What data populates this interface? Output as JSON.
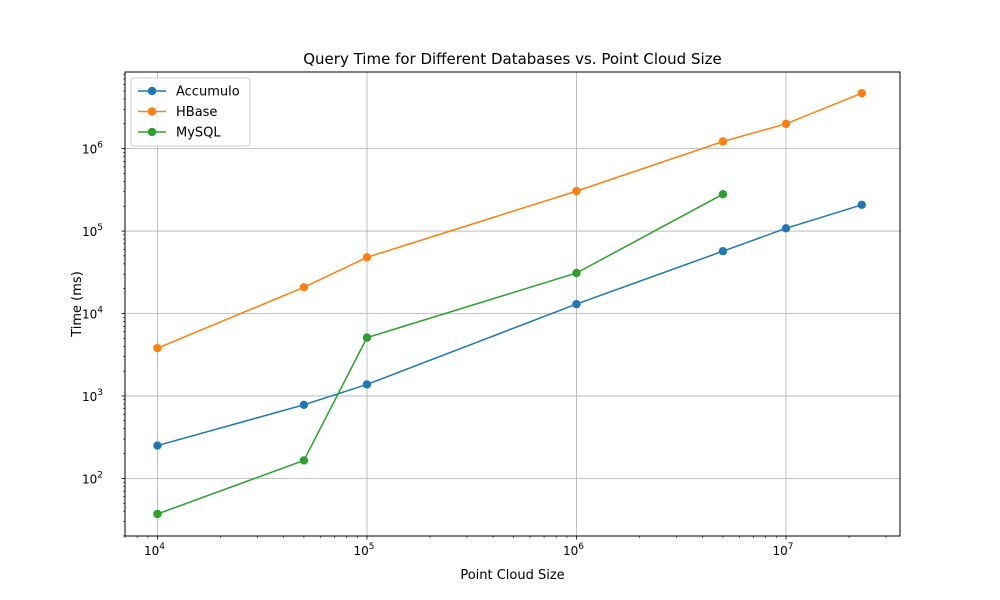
{
  "chart_data": {
    "type": "line",
    "title": "Query Time for Different Databases vs. Point Cloud Size",
    "xlabel": "Point Cloud Size",
    "ylabel": "Time (ms)",
    "xscale": "log",
    "yscale": "log",
    "xlim": [
      7000,
      35000000
    ],
    "ylim": [
      20,
      8500000
    ],
    "x_ticks": [
      {
        "value": 10000,
        "base": "10",
        "exp": "4"
      },
      {
        "value": 100000,
        "base": "10",
        "exp": "5"
      },
      {
        "value": 1000000,
        "base": "10",
        "exp": "6"
      },
      {
        "value": 10000000,
        "base": "10",
        "exp": "7"
      }
    ],
    "y_ticks": [
      {
        "value": 100,
        "base": "10",
        "exp": "2"
      },
      {
        "value": 1000,
        "base": "10",
        "exp": "3"
      },
      {
        "value": 10000,
        "base": "10",
        "exp": "4"
      },
      {
        "value": 100000,
        "base": "10",
        "exp": "5"
      },
      {
        "value": 1000000,
        "base": "10",
        "exp": "6"
      }
    ],
    "grid": true,
    "legend_position": "top-left",
    "series": [
      {
        "name": "Accumulo",
        "color": "#1f77b4",
        "x": [
          10000,
          50000,
          100000,
          1000000,
          5000000,
          10000000,
          23000000
        ],
        "y": [
          250,
          780,
          1380,
          13000,
          57000,
          108000,
          208000
        ]
      },
      {
        "name": "HBase",
        "color": "#ff7f0e",
        "x": [
          10000,
          50000,
          100000,
          1000000,
          5000000,
          10000000,
          23000000
        ],
        "y": [
          3800,
          20800,
          48000,
          305000,
          1220000,
          2000000,
          4700000
        ]
      },
      {
        "name": "MySQL",
        "color": "#2ca02c",
        "x": [
          10000,
          50000,
          100000,
          1000000,
          5000000
        ],
        "y": [
          37,
          165,
          5100,
          31000,
          280000
        ]
      }
    ]
  }
}
